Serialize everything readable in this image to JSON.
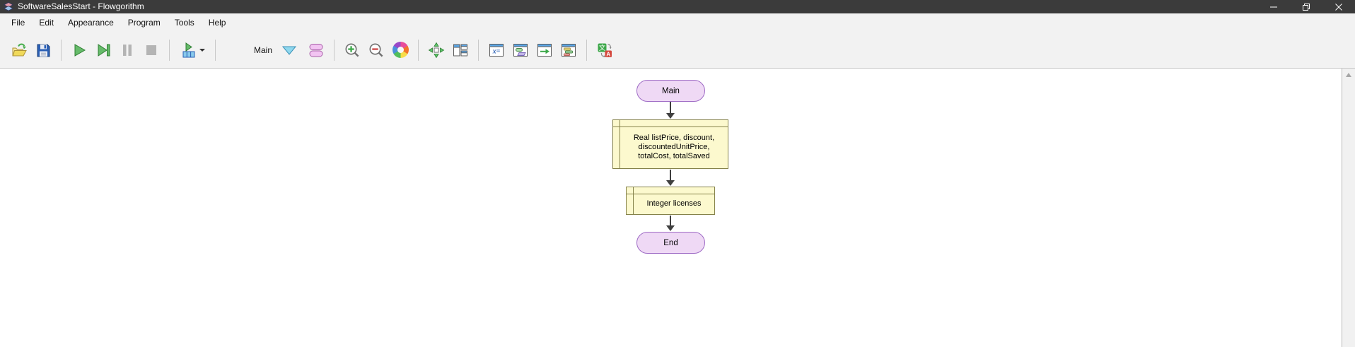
{
  "titlebar": {
    "title": "SoftwareSalesStart - Flowgorithm",
    "app_icon": "flowgorithm-logo",
    "controls": [
      "minimize",
      "restore",
      "close"
    ]
  },
  "menu": {
    "items": [
      "File",
      "Edit",
      "Appearance",
      "Program",
      "Tools",
      "Help"
    ]
  },
  "toolbar": {
    "function_selector": {
      "value": "Main"
    },
    "buttons": [
      {
        "icon": "open-icon",
        "enabled": true
      },
      {
        "icon": "save-icon",
        "enabled": true
      },
      {
        "icon": "run-icon",
        "enabled": true
      },
      {
        "icon": "step-icon",
        "enabled": true
      },
      {
        "icon": "pause-icon",
        "enabled": false
      },
      {
        "icon": "stop-icon",
        "enabled": false
      },
      {
        "icon": "run-layout-icon",
        "enabled": true,
        "has_dropdown": true
      },
      {
        "icon": "shapes-icon",
        "enabled": true
      },
      {
        "icon": "zoom-in-icon",
        "enabled": true
      },
      {
        "icon": "zoom-out-icon",
        "enabled": true
      },
      {
        "icon": "color-wheel-icon",
        "enabled": true
      },
      {
        "icon": "fit-window-icon",
        "enabled": true
      },
      {
        "icon": "panel-layout-icon",
        "enabled": true
      },
      {
        "icon": "variable-watch-icon",
        "enabled": true
      },
      {
        "icon": "flowchart-window-icon",
        "enabled": true
      },
      {
        "icon": "console-window-icon",
        "enabled": true
      },
      {
        "icon": "source-window-icon",
        "enabled": true
      },
      {
        "icon": "translate-icon",
        "enabled": true
      }
    ]
  },
  "flowchart": {
    "nodes": [
      {
        "type": "terminal",
        "label": "Main"
      },
      {
        "type": "declare",
        "label": "Real listPrice, discount, discountedUnitPrice, totalCost, totalSaved"
      },
      {
        "type": "declare",
        "label": "Integer licenses"
      },
      {
        "type": "terminal",
        "label": "End"
      }
    ],
    "connectors": [
      "main-to-declare1",
      "declare1-to-declare2",
      "declare2-to-end"
    ]
  },
  "scrollbar": {
    "orientation": "vertical"
  },
  "colors": {
    "titlebar_bg": "#3B3B3B",
    "chrome_bg": "#F2F2F2",
    "canvas_bg": "#FFFFFF",
    "terminal_fill": "#EFD9F5",
    "terminal_border": "#9E6BC5",
    "declare_fill": "#FCF9CE",
    "declare_border": "#85824A",
    "arrow": "#3F3F3F"
  }
}
